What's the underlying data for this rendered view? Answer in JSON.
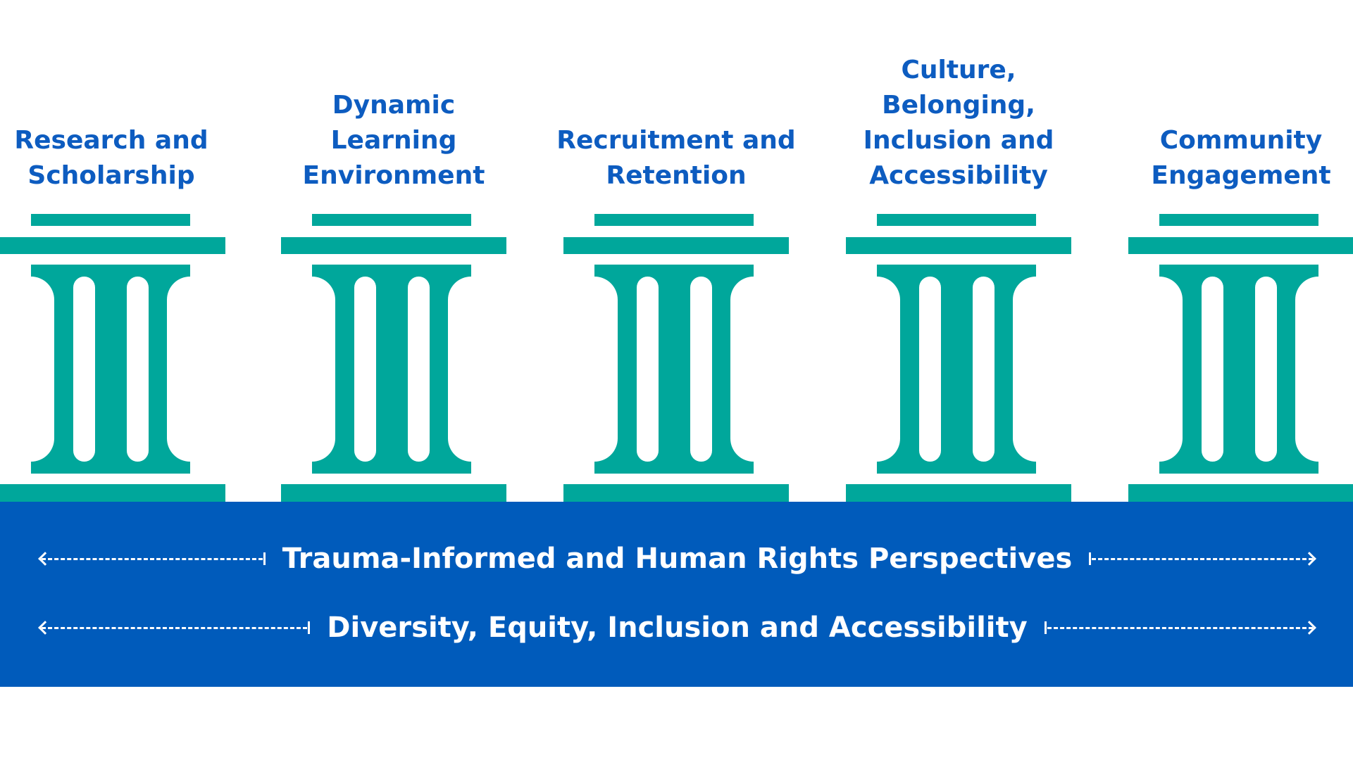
{
  "pillars": [
    {
      "label": "Research and\nScholarship"
    },
    {
      "label": "Dynamic\nLearning\nEnvironment"
    },
    {
      "label": "Recruitment and\nRetention"
    },
    {
      "label": "Culture,\nBelonging,\nInclusion and\nAccessibility"
    },
    {
      "label": "Community\nEngagement"
    }
  ],
  "foundation": {
    "row1": "Trauma-Informed and Human Rights Perspectives",
    "row2": "Diversity, Equity, Inclusion and Accessibility"
  },
  "colors": {
    "pillar": "#00a79b",
    "band": "#005bbb",
    "label": "#0d5cc0"
  }
}
